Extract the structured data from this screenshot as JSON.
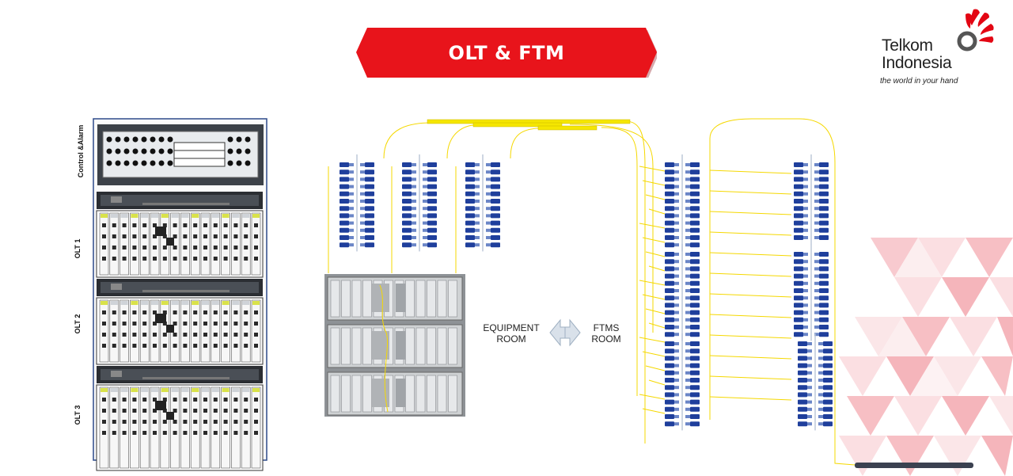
{
  "title": "OLT & FTM",
  "brand": {
    "name_line1": "Telkom",
    "name_line2": "Indonesia",
    "tagline": "the world in your hand",
    "primary_color": "#e30613"
  },
  "rack": {
    "labels": [
      "Control &Alarm",
      "OLT 1",
      "OLT 2",
      "OLT 3"
    ]
  },
  "rooms": {
    "equipment_line1": "EQUIPMENT",
    "equipment_line2": "ROOM",
    "ftms_line1": "FTMS",
    "ftms_line2": "ROOM"
  },
  "icons": {
    "arrow": "double-arrow-icon",
    "logo": "telkom-swirl-icon"
  },
  "colors": {
    "fiber": "#f5d800",
    "connector": "#1f3f9c",
    "rack_frame": "#2d4a8a"
  }
}
